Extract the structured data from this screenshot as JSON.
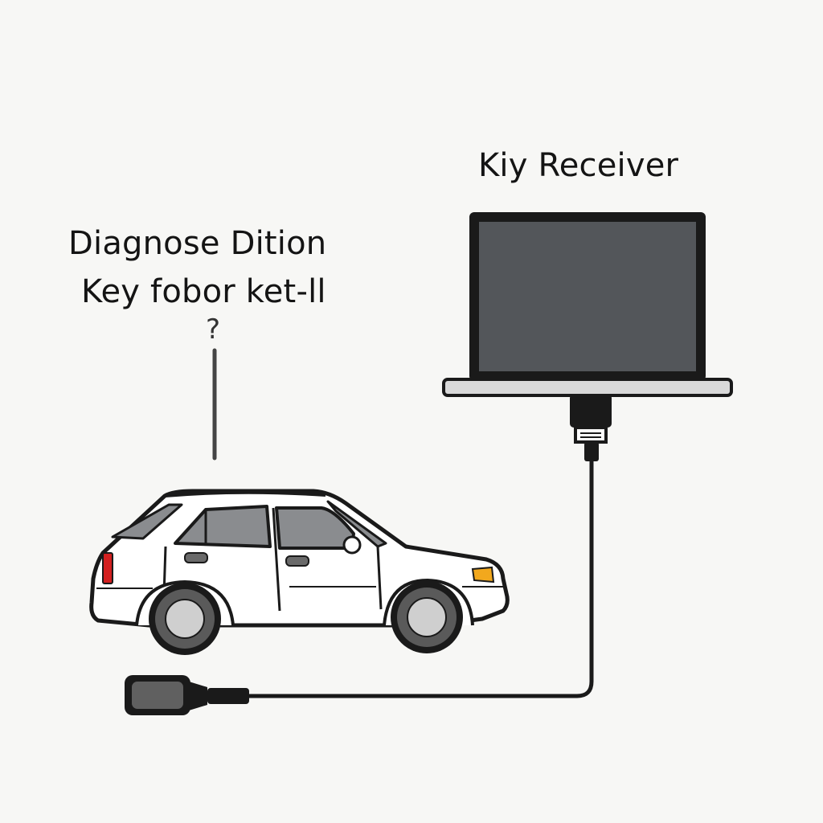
{
  "labels": {
    "receiver": "Kiy Receiver",
    "diagnose_line1": "Diagnose Dition",
    "diagnose_line2": "Key fobor ket-ll",
    "question": "?"
  },
  "colors": {
    "background": "#f7f7f5",
    "outline": "#1a1a1a",
    "screen": "#53565a",
    "laptop_base": "#d9d9d9",
    "car_body": "#ffffff",
    "car_window": "#8a8c8f",
    "tire": "#5a5a5a",
    "hub": "#cfcfcf",
    "tail_light": "#d32020",
    "head_light": "#f2a81d",
    "obd_plug": "#606060"
  },
  "icons": {
    "laptop": "laptop-icon",
    "car": "car-icon",
    "connector": "obd-plug-icon",
    "usb": "usb-plug-icon"
  }
}
